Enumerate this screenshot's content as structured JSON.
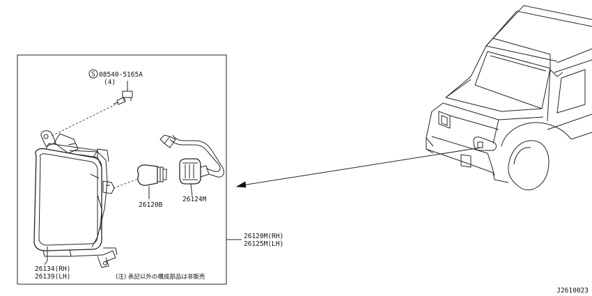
{
  "diagram_code": "J2610023",
  "parts": {
    "screw": {
      "code": "08540-5165A",
      "qty": "(4)",
      "prefix_icon": "S"
    },
    "bulb": {
      "code": "26120B"
    },
    "socket": {
      "code": "26124M"
    },
    "lamp_assembly": {
      "rh": "26120M(RH)",
      "lh": "26125M(LH)"
    },
    "lens": {
      "rh": "26134(RH)",
      "lh": "26139(LH)"
    }
  },
  "note": "(注) 表記以外の構成部品は非販売"
}
